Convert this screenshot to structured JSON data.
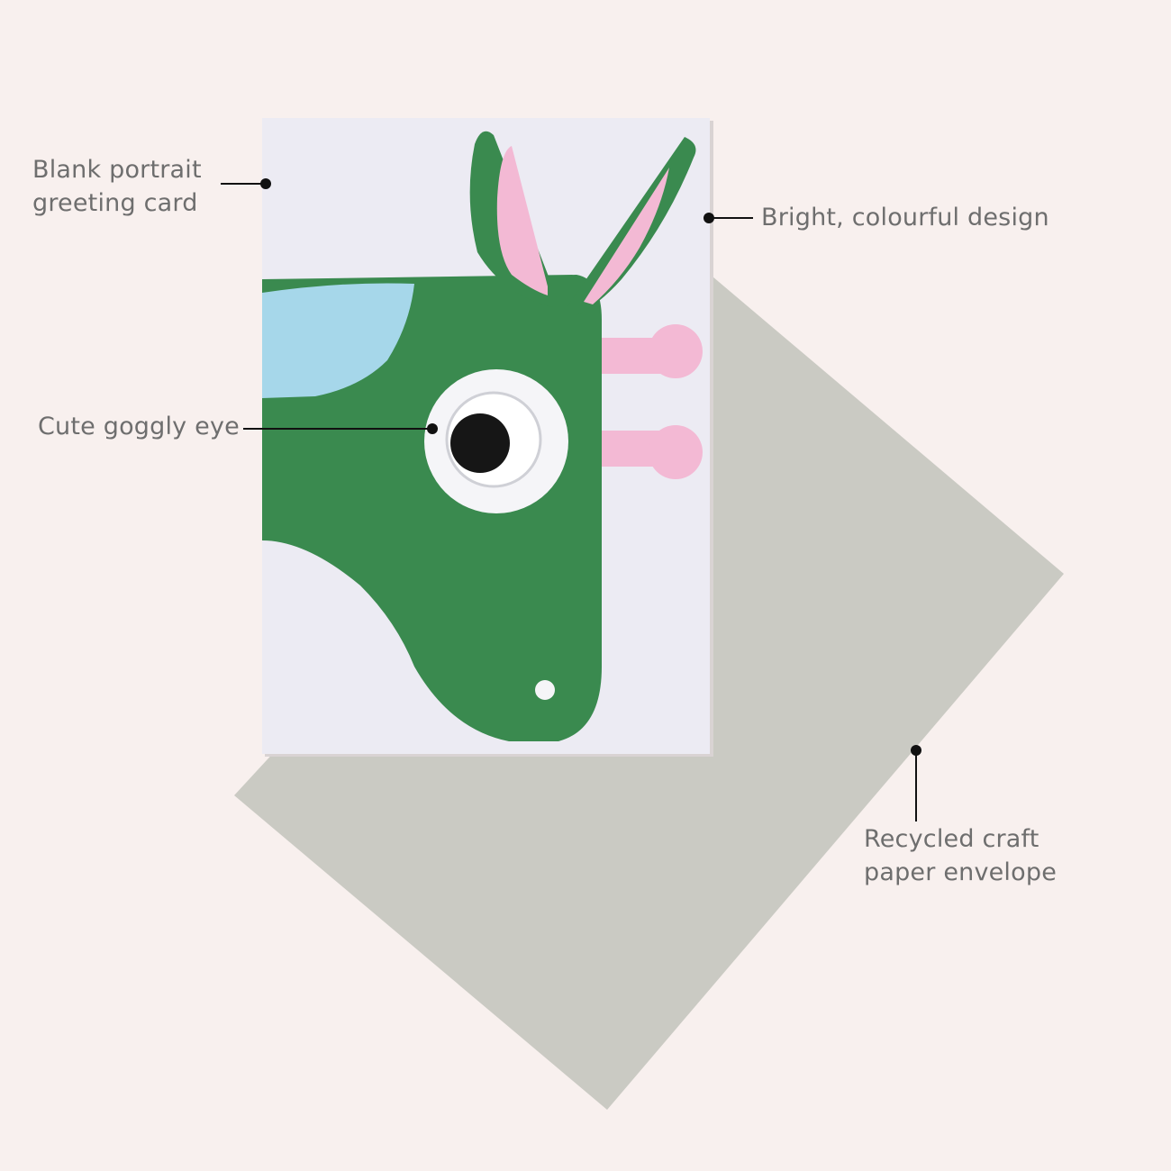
{
  "colors": {
    "background": "#f8f0ee",
    "envelope": "#cacac3",
    "card": "#ecebf3",
    "giraffe_green": "#3a8a4f",
    "pink": "#f3b9d4",
    "light_blue": "#a6d7ea",
    "eye_white": "#f5f5f8",
    "pupil": "#161616",
    "annotation": "#111111",
    "label_text": "#6e6e6e"
  },
  "annotations": {
    "card": {
      "line1": "Blank portrait",
      "line2": "greeting card"
    },
    "design": {
      "text": "Bright, colourful design"
    },
    "eye": {
      "text": "Cute goggly eye"
    },
    "envelope": {
      "line1": "Recycled craft",
      "line2": "paper envelope"
    }
  }
}
